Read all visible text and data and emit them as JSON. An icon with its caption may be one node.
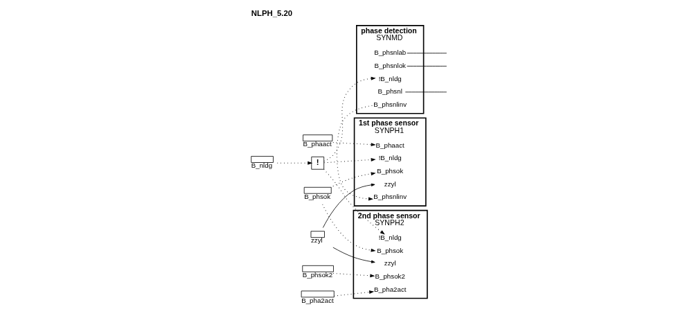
{
  "diagram": {
    "title": "NLPH_5.20",
    "nodes": [
      {
        "text": [
          "B_nldg"
        ]
      },
      {
        "text": [
          "!"
        ]
      },
      {
        "text": [
          "1st phase sensor",
          "SYNPH1"
        ]
      },
      {
        "text": [
          "!B_nldg"
        ],
        "in": 2
      },
      {
        "text": [
          "B_phaact"
        ],
        "in": 2
      },
      {
        "text": [
          "B_phsok"
        ],
        "in": 2
      },
      {
        "text": [
          "zzyl"
        ],
        "in": 2
      },
      {
        "text": [
          "B_phsnlinv"
        ],
        "in": 2
      },
      {
        "text": [
          "phase detection",
          "SYNMD"
        ]
      },
      {
        "text": [
          "B_phsnlab"
        ],
        "in": 8
      },
      {
        "text": [
          "B_phsnlok"
        ],
        "in": 8
      },
      {
        "text": [
          "!B_nldg"
        ],
        "in": 8
      },
      {
        "text": [
          "B_phsnl"
        ],
        "in": 8
      },
      {
        "text": [
          "B_phsnlinv"
        ],
        "in": 8
      },
      {
        "text": [
          "B_phaact"
        ]
      },
      {
        "text": [
          "B_phsok"
        ]
      },
      {
        "text": [
          "zzyl"
        ]
      },
      {
        "text": [
          "2nd phase sensor",
          "SYNPH2"
        ]
      },
      {
        "text": [
          "!B_nldg"
        ],
        "in": 17
      },
      {
        "text": [
          "zzyl"
        ],
        "in": 17
      },
      {
        "text": [
          "B_phsok"
        ],
        "in": 17
      },
      {
        "text": [
          "B_phsok2"
        ],
        "in": 17
      },
      {
        "text": [
          "B_pha2act"
        ],
        "in": 17
      },
      {
        "text": [
          "B_phsok2"
        ]
      },
      {
        "text": [
          "B_pha2act"
        ]
      }
    ],
    "edges": [
      {
        "from": 0,
        "to": 1,
        "arrow": "to",
        "style": "dashed"
      },
      {
        "from": 1,
        "to": 3,
        "arrow": "to",
        "style": "dashed"
      },
      {
        "from": 1,
        "to": 18,
        "arrow": "to",
        "style": "dashed"
      },
      {
        "from": 1,
        "to": 11,
        "arrow": "to",
        "style": "dashed"
      },
      {
        "from": 14,
        "to": 4,
        "arrow": "to",
        "style": "dashed"
      },
      {
        "from": 15,
        "to": 5,
        "arrow": "to",
        "style": "dashed"
      },
      {
        "from": 15,
        "to": 20,
        "arrow": "to",
        "style": "dashed"
      },
      {
        "from": 16,
        "to": 6,
        "arrow": "to"
      },
      {
        "from": 16,
        "to": 19,
        "arrow": "to"
      },
      {
        "from": 13,
        "to": 7,
        "arrow": "to",
        "style": "dashed"
      },
      {
        "from": 9,
        "to": null,
        "arrow": "none"
      },
      {
        "from": 10,
        "to": null,
        "arrow": "none"
      },
      {
        "from": 12,
        "to": null,
        "arrow": "none"
      },
      {
        "from": 23,
        "to": 21,
        "arrow": "to",
        "style": "dashed"
      },
      {
        "from": 24,
        "to": 22,
        "arrow": "to",
        "style": "dashed"
      }
    ]
  }
}
